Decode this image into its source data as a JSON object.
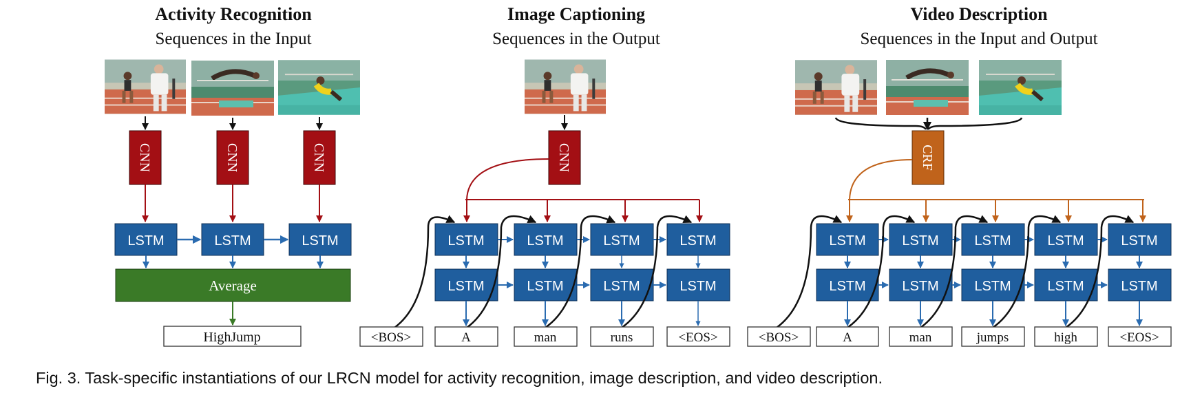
{
  "colors": {
    "cnn": "#a30f14",
    "crf": "#c0631b",
    "lstm": "#1f5e9e",
    "average": "#3a7a27",
    "black_arrow": "#111111",
    "cnn_arrow": "#a30f14",
    "crf_arrow": "#c0631b",
    "lstm_arrow": "#2a6bb0",
    "average_arrow": "#3a7a27"
  },
  "icons": [
    "video-frame-athlete-standing",
    "video-frame-athlete-jumping",
    "video-frame-athlete-landing"
  ],
  "panels": {
    "activity": {
      "title": "Activity Recognition",
      "subtitle": "Sequences in the Input",
      "cnn_label": "CNN",
      "lstm_label": "LSTM",
      "average_label": "Average",
      "output_label": "HighJump"
    },
    "captioning": {
      "title": "Image Captioning",
      "subtitle": "Sequences in the Output",
      "cnn_label": "CNN",
      "lstm_label": "LSTM",
      "tokens": [
        "<BOS>",
        "A",
        "man",
        "runs",
        "<EOS>"
      ]
    },
    "video": {
      "title": "Video Description",
      "subtitle": "Sequences in the Input and Output",
      "crf_label": "CRF",
      "lstm_label": "LSTM",
      "tokens": [
        "<BOS>",
        "A",
        "man",
        "jumps",
        "high",
        "<EOS>"
      ]
    }
  },
  "caption": "Fig. 3. Task-specific instantiations of our LRCN model for activity recognition, image description, and video description."
}
